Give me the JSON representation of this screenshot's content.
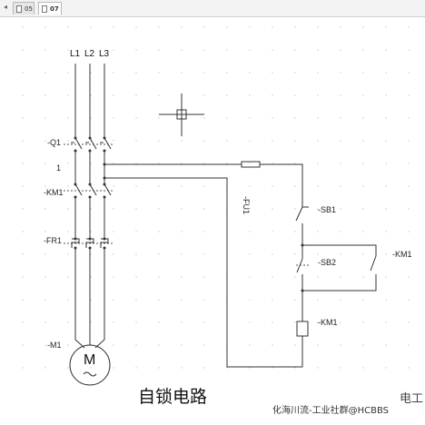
{
  "tabs": [
    {
      "label": "05",
      "active": false
    },
    {
      "label": "07",
      "active": true
    }
  ],
  "phases": [
    "L1",
    "L2",
    "L3"
  ],
  "left_labels": {
    "q1": "-Q1",
    "one": "1",
    "km1": "-KM1",
    "fr1": "-FR1",
    "m1": "-M1"
  },
  "motor_letter": "M",
  "fuse_label": "-FU1",
  "control_labels": {
    "sb1": "-SB1",
    "sb2": "-SB2",
    "km1_aux": "-KM1",
    "km1_coil": "-KM1"
  },
  "title": "自锁电路",
  "watermark": {
    "text": "化海川流-工业社群@HCBBS",
    "corner": "电工"
  },
  "colors": {
    "wire": "#333333",
    "grid_dot": "#c8c8c8"
  }
}
